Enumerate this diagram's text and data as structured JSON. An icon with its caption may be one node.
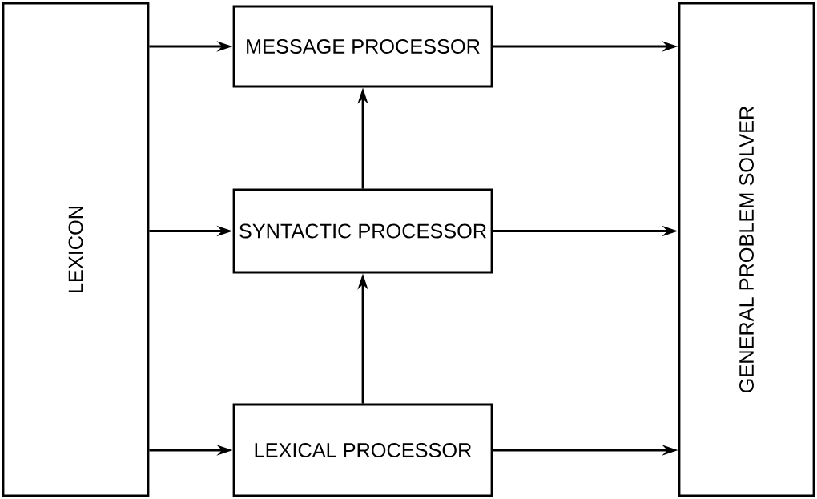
{
  "diagram": {
    "nodes": [
      {
        "text": [
          "LEXICON"
        ]
      },
      {
        "text": [
          "MESSAGE PROCESSOR"
        ]
      },
      {
        "text": [
          "SYNTACTIC PROCESSOR"
        ]
      },
      {
        "text": [
          "LEXICAL PROCESSOR"
        ]
      },
      {
        "text": [
          "GENERAL PROBLEM SOLVER"
        ]
      }
    ],
    "edges": [
      {
        "from": 0,
        "to": 1,
        "arrow": "to"
      },
      {
        "from": 0,
        "to": 2,
        "arrow": "to"
      },
      {
        "from": 0,
        "to": 3,
        "arrow": "to"
      },
      {
        "from": 3,
        "to": 2,
        "arrow": "to"
      },
      {
        "from": 2,
        "to": 1,
        "arrow": "to"
      },
      {
        "from": 1,
        "to": 4,
        "arrow": "to"
      },
      {
        "from": 2,
        "to": 4,
        "arrow": "to"
      },
      {
        "from": 3,
        "to": 4,
        "arrow": "to"
      }
    ]
  }
}
